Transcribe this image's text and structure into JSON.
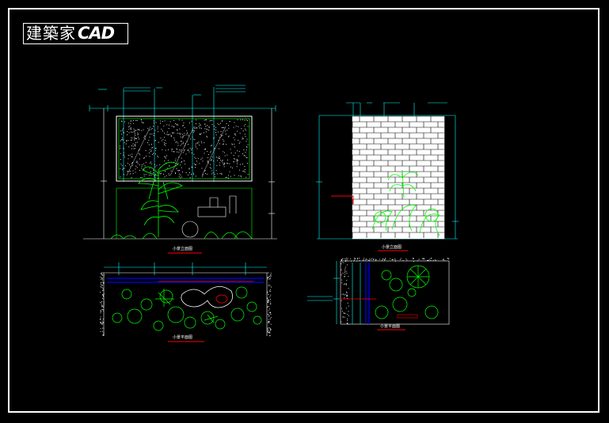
{
  "logo": {
    "chinese": "建築家",
    "latin": "CAD"
  },
  "colors": {
    "background": "#000000",
    "frame": "#ffffff",
    "dimension": "#00ffff",
    "plants": "#00ff00",
    "water": "#0000ff",
    "section_marker": "#ff0000",
    "wall": "#ffffff"
  },
  "drawings": [
    {
      "id": "front-elevation",
      "caption": "小景立面图"
    },
    {
      "id": "side-elevation",
      "caption": "小景立面图"
    },
    {
      "id": "plan",
      "caption": "小景平面图"
    },
    {
      "id": "section",
      "caption": "小景平面图"
    }
  ]
}
